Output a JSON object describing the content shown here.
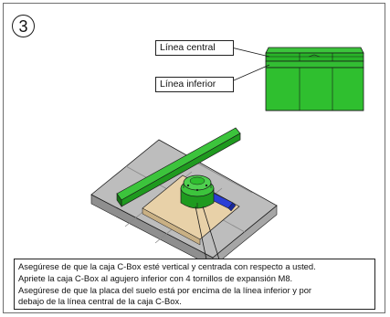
{
  "step_number": "3",
  "callouts": {
    "central_line": "Línea central",
    "lower_line": "Línea inferior"
  },
  "instructions": [
    "Asegúrese de que la caja C-Box esté vertical y centrada con respecto a usted.",
    "Apriete la caja C-Box al agujero inferior con 4 tornillos de expansión M8.",
    "Asegúrese de que la placa del suelo está por encima de la línea inferior y por",
    "debajo de la línea central de la caja C-Box."
  ],
  "colors": {
    "cbox_green": "#2fbf2f",
    "cbox_dark_green": "#1c8a1c",
    "floor_gray": "#b9b9b9",
    "floor_tan": "#e6cfa6",
    "cable_blue": "#2b3fd6"
  }
}
